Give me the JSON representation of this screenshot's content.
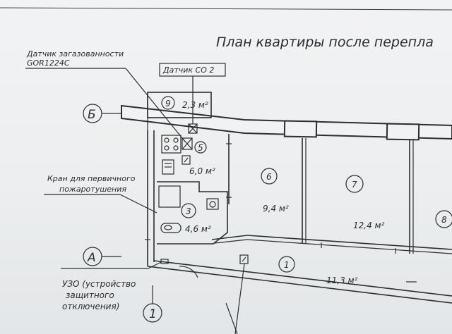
{
  "plan": {
    "title": "План квартиры после перепла"
  },
  "labels": {
    "gas_sensor_line1": "Датчик загазованности",
    "gas_sensor_line2": "GOR1224C",
    "co_sensor": "Датчик CO 2",
    "hydrant_line1": "Кран для первичного",
    "hydrant_line2": "пожаротушения",
    "uzo_line1": "УЗО (устройство",
    "uzo_line2": "защитного",
    "uzo_line3": "отключения)"
  },
  "axes": {
    "b": "Б",
    "a": "А",
    "one": "1"
  },
  "rooms": [
    {
      "number": "9",
      "area": "2,3 м²"
    },
    {
      "number": "5",
      "area": "6,0 м²"
    },
    {
      "number": "6",
      "area": "9,4 м²"
    },
    {
      "number": "7",
      "area": "12,4 м²"
    },
    {
      "number": "3",
      "area": "4,6 м²"
    },
    {
      "number": "1",
      "area": "11,3 м²"
    },
    {
      "number": "8",
      "area": ""
    }
  ],
  "colors": {
    "paper": "#eef0f1",
    "ink": "#2b2e32"
  }
}
